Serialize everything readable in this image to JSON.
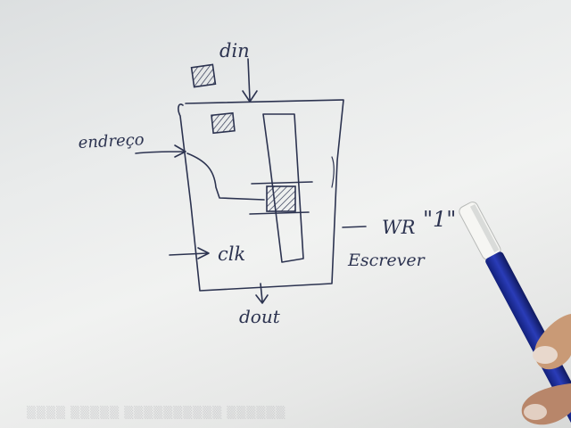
{
  "diagram": {
    "labels": {
      "din": "din",
      "endereco": "endreço",
      "clk": "clk",
      "wr": "WR",
      "wr_value": "\"1\"",
      "escrever": "Escrever",
      "dout": "dout"
    }
  },
  "colors": {
    "ink": "#2c3350",
    "paper": "#eceeed",
    "marker_cap": "#f4f4f2",
    "marker_body": "#1f2f9a"
  }
}
